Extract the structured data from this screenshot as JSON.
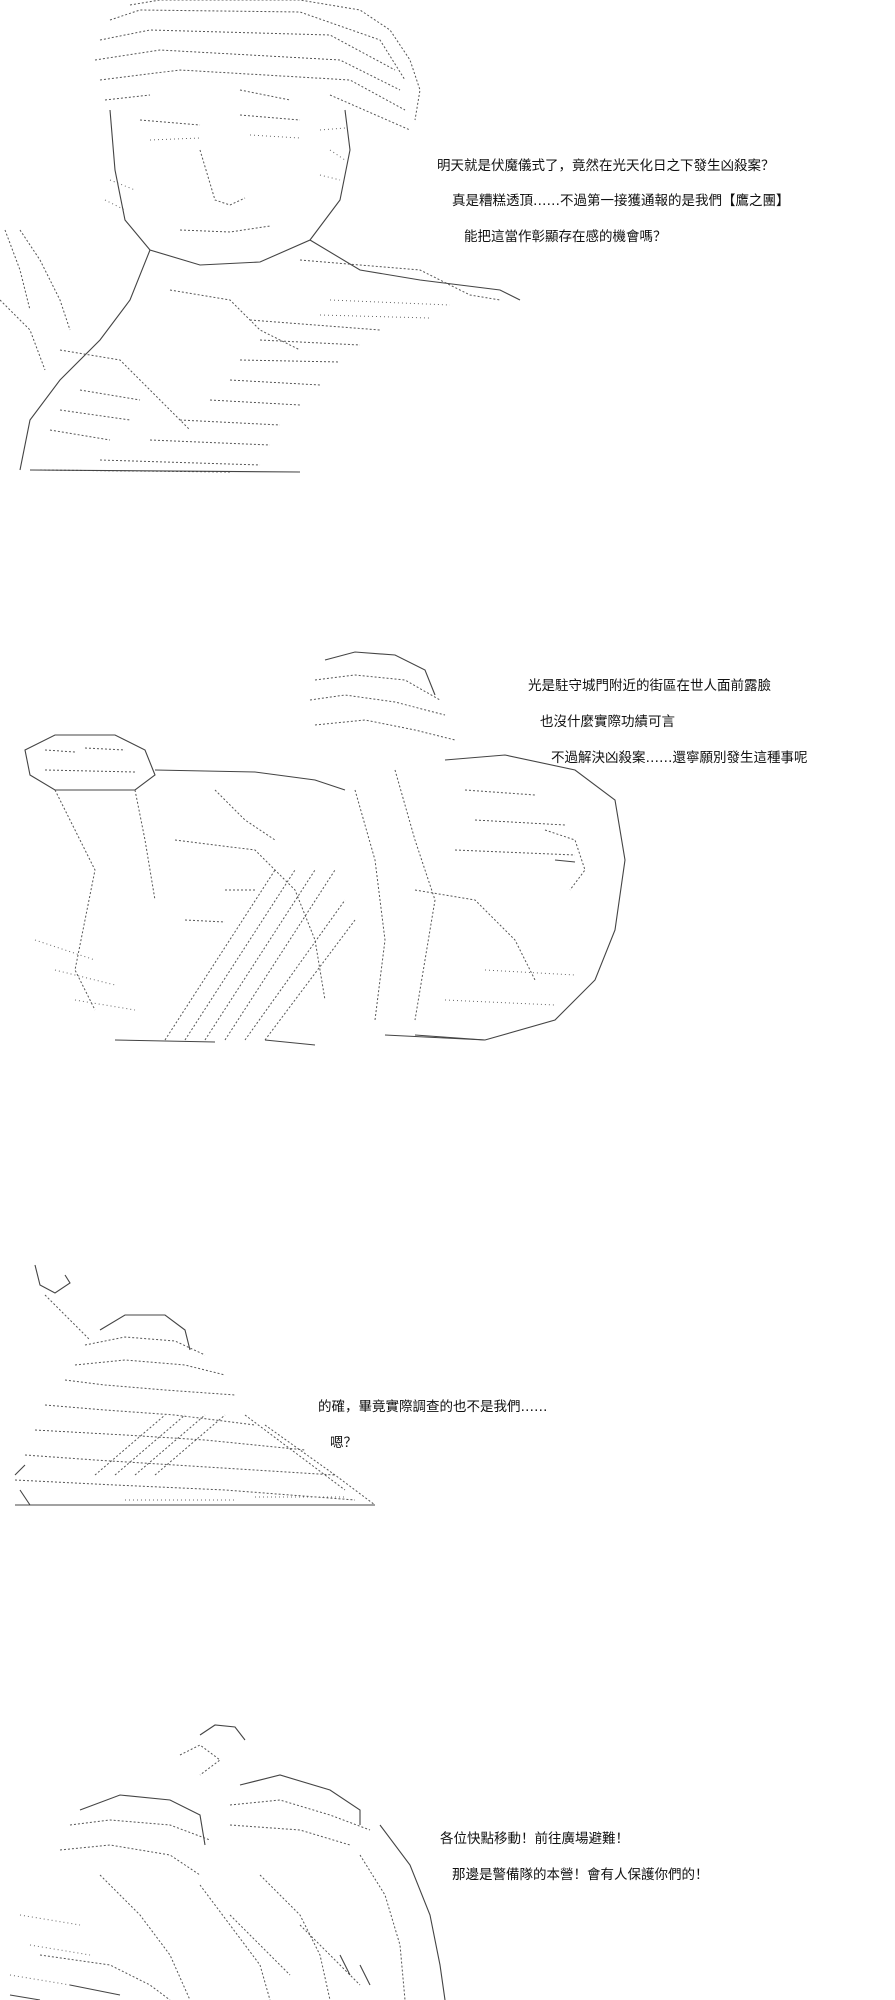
{
  "panels": [
    {
      "id": "panel-1",
      "lines": [
        "明天就是伏魔儀式了，竟然在光天化日之下發生凶殺案？",
        "真是糟糕透頂……不過第一接獲通報的是我們【鷹之團】",
        "能把這當作彰顯存在感的機會嗎？"
      ]
    },
    {
      "id": "panel-2",
      "lines": [
        "光是駐守城門附近的街區在世人面前露臉",
        "也沒什麼實際功績可言",
        "不過解決凶殺案……還寧願別發生這種事呢"
      ]
    },
    {
      "id": "panel-3",
      "lines": [
        "的確，畢竟實際調查的也不是我們……",
        "嗯？"
      ]
    },
    {
      "id": "panel-4",
      "lines": [
        "各位快點移動！前往廣場避難！",
        "那邊是警備隊的本營！會有人保護你們的！"
      ]
    }
  ]
}
